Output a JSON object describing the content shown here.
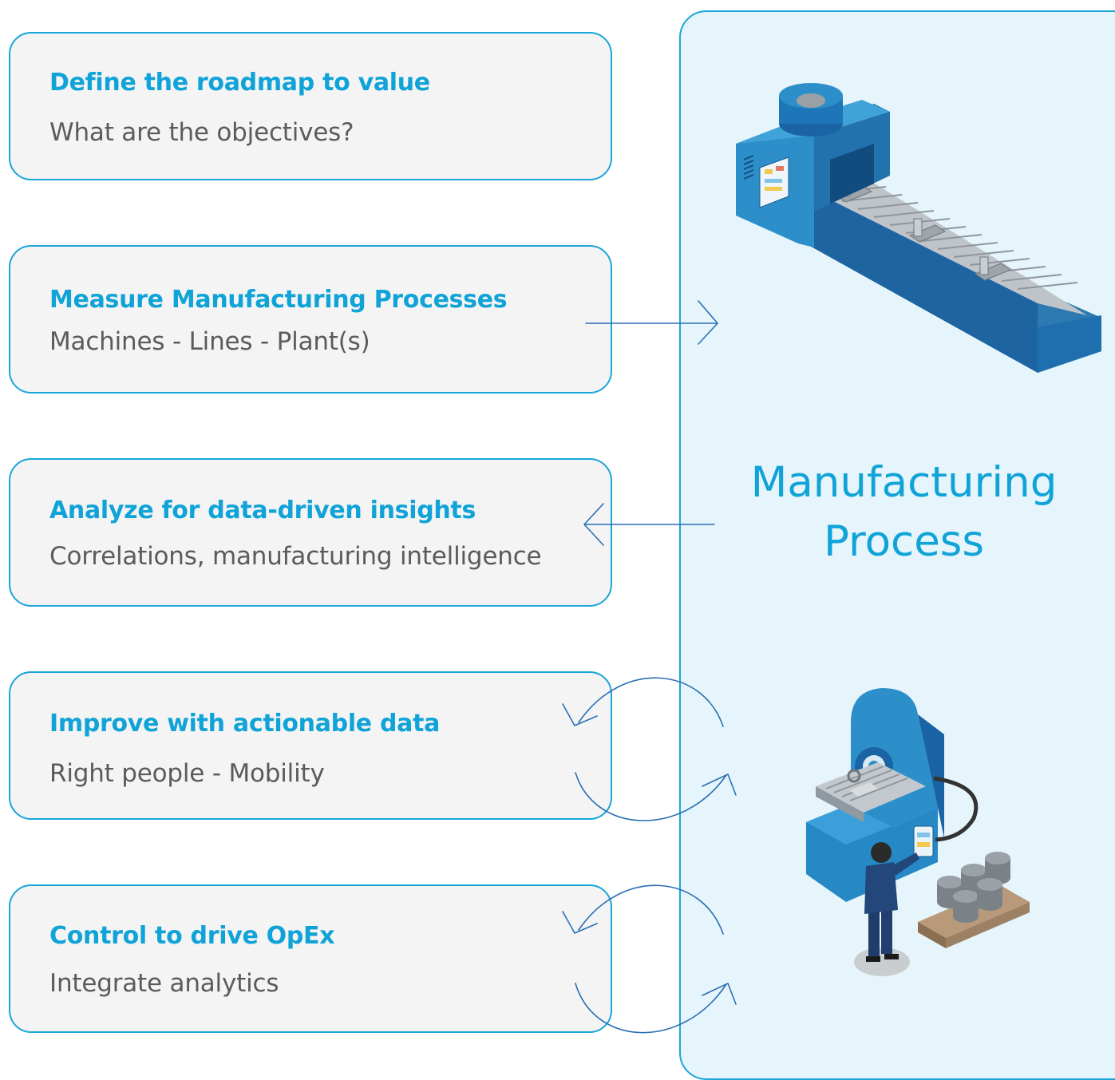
{
  "steps": [
    {
      "title": "Define the roadmap to value",
      "description": "What are the objectives?"
    },
    {
      "title": "Measure Manufacturing Processes",
      "description": "Machines - Lines - Plant(s)"
    },
    {
      "title": "Analyze for data-driven insights",
      "description": "Correlations, manufacturing intelligence"
    },
    {
      "title": "Improve with actionable data",
      "description": "Right people - Mobility"
    },
    {
      "title": "Control to drive OpEx",
      "description": "Integrate analytics"
    }
  ],
  "panel": {
    "title_line1": "Manufacturing",
    "title_line2": "Process"
  },
  "icons": [
    "conveyor-machine-illustration",
    "milling-machine-operator-illustration"
  ],
  "colors": {
    "accent": "#10a3d8",
    "border": "#1aa5d9",
    "arrow": "#2a6fb5",
    "box_fill": "#f4f4f4",
    "panel_fill": "#e5f5fb",
    "machine_blue": "#2c8fcb"
  }
}
